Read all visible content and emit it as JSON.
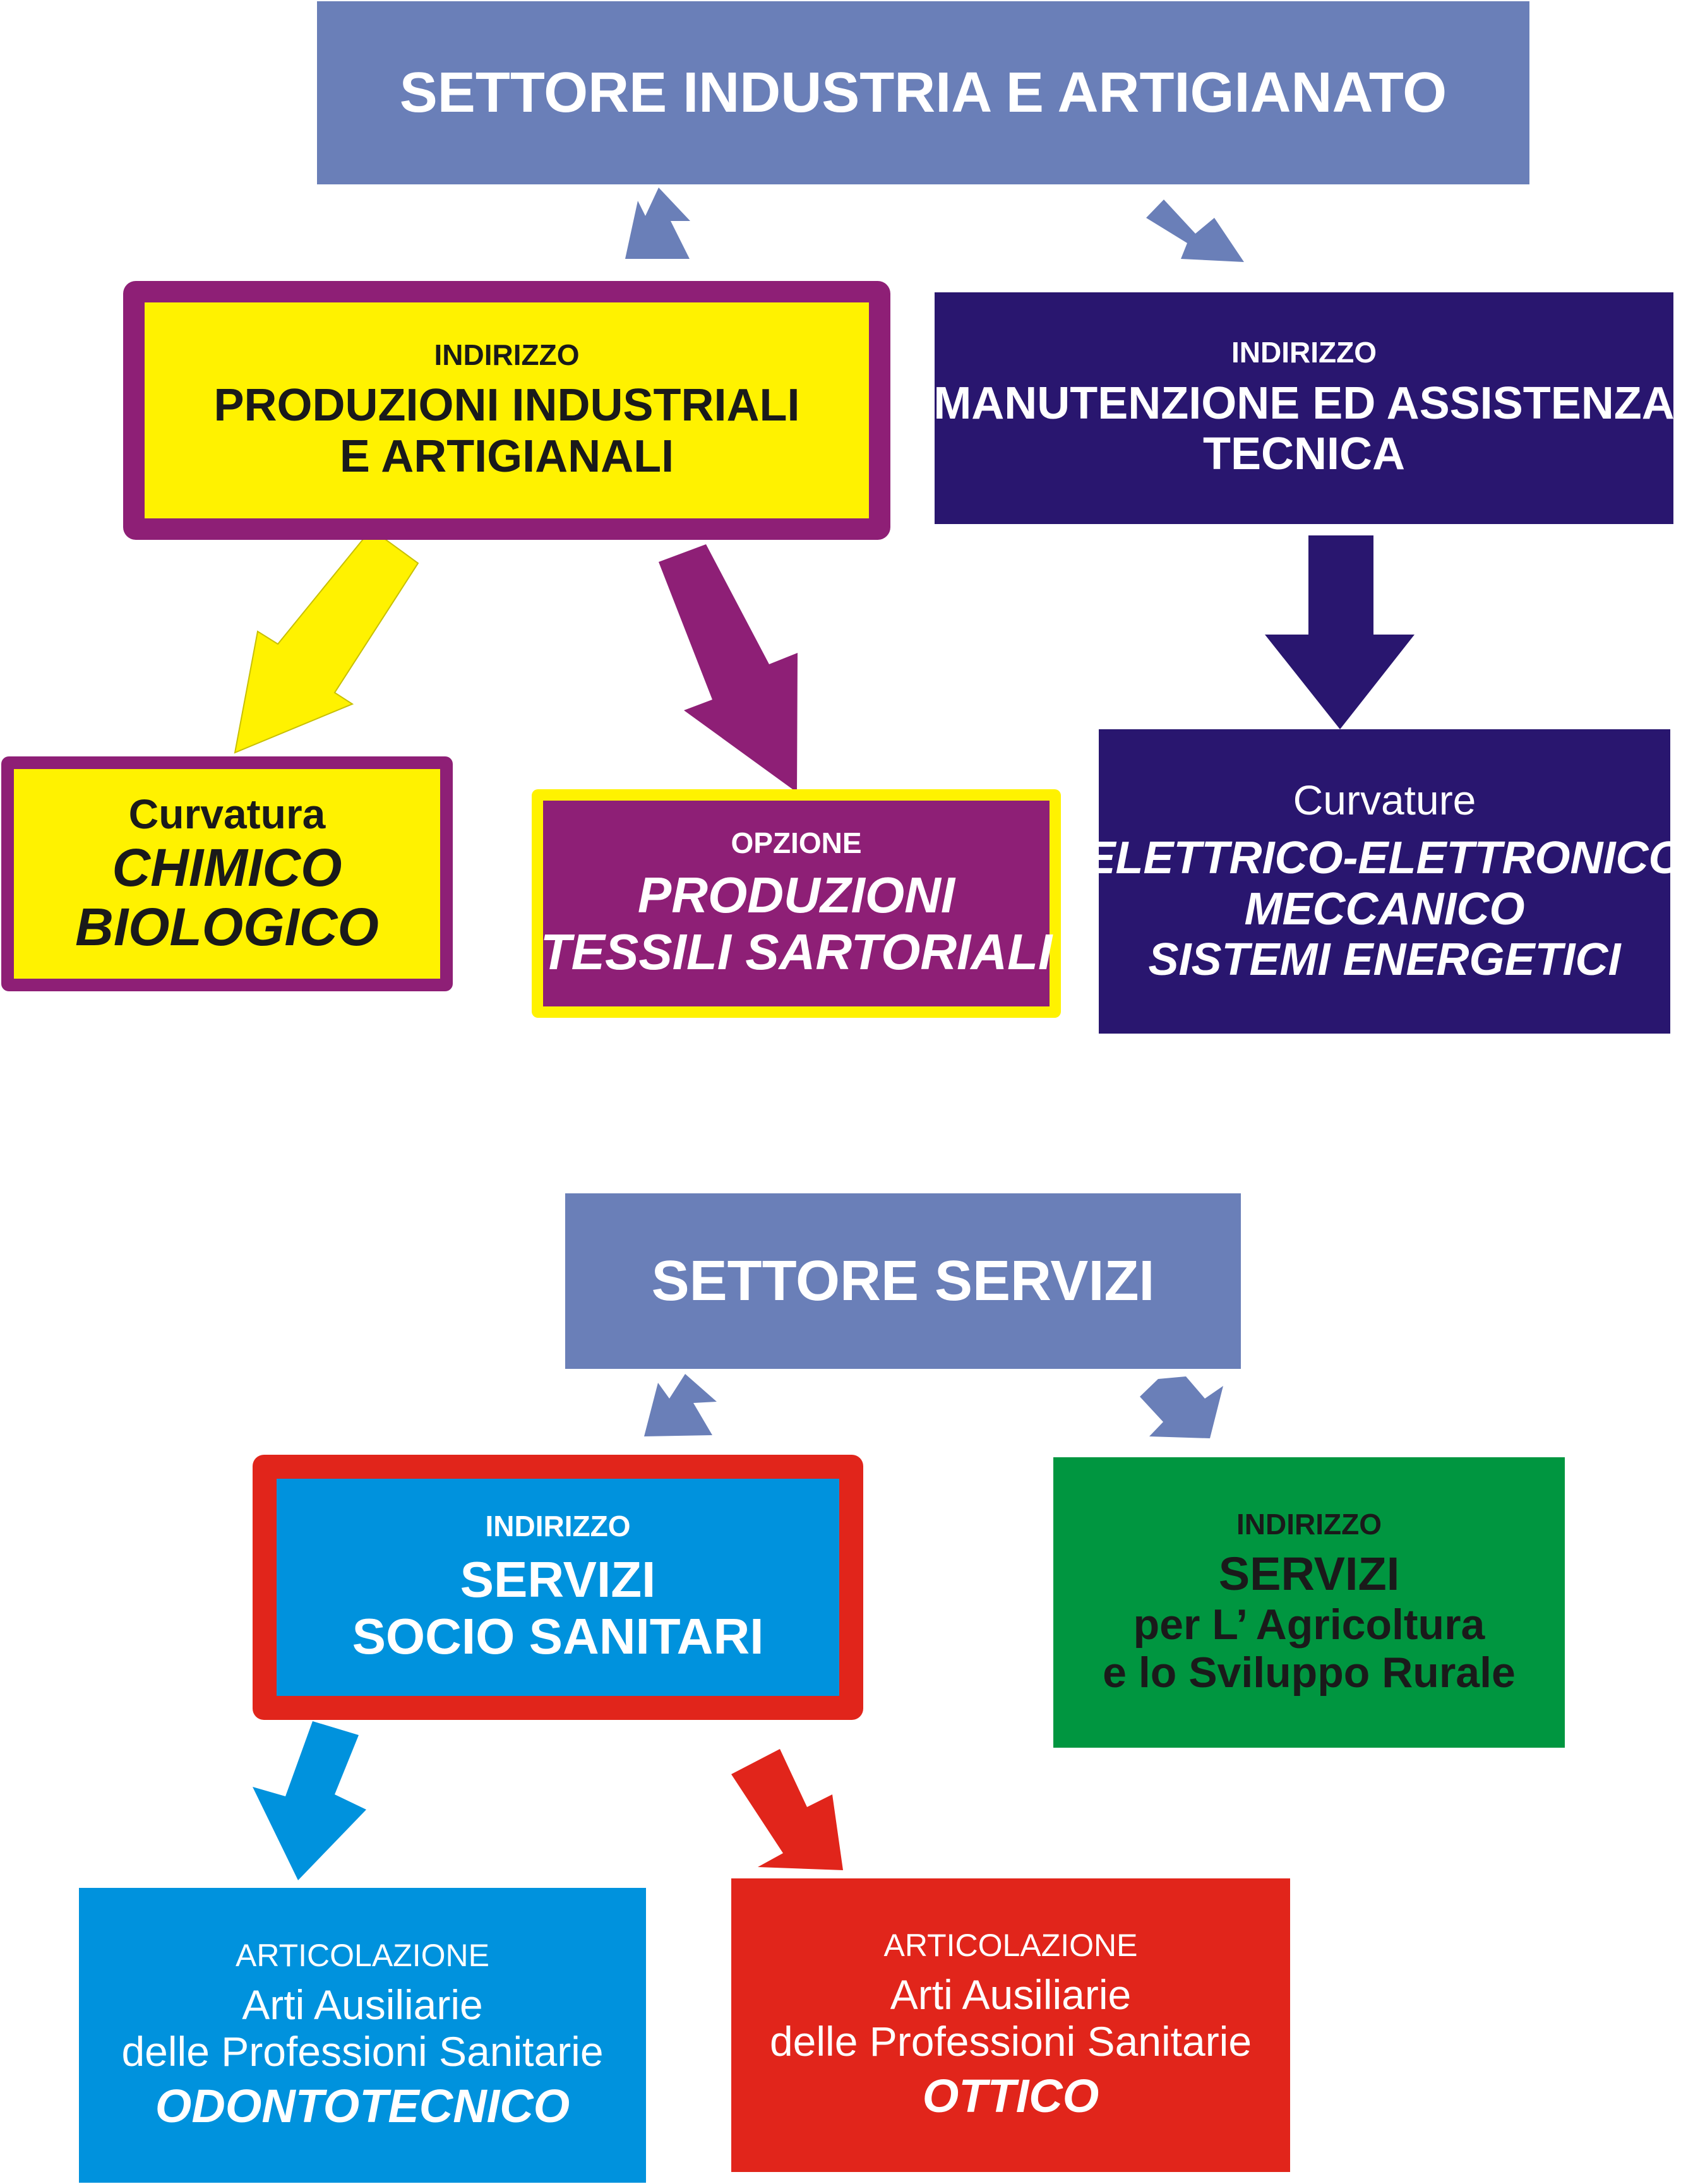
{
  "industria": {
    "sector_title": "SETTORE INDUSTRIA E ARTIGIANATO",
    "produzioni": {
      "kicker": "INDIRIZZO",
      "line1": "PRODUZIONI INDUSTRIALI",
      "line2": "E ARTIGIANALI"
    },
    "manutenzione": {
      "kicker": "INDIRIZZO",
      "line1": "MANUTENZIONE ED ASSISTENZA",
      "line2": "TECNICA"
    },
    "chimico": {
      "kicker": "Curvatura",
      "line1": "CHIMICO",
      "line2": "BIOLOGICO"
    },
    "tessili": {
      "kicker": "OPZIONE",
      "line1": "PRODUZIONI",
      "line2": "TESSILI SARTORIALI"
    },
    "curvature": {
      "kicker": "Curvature",
      "items": [
        "ELETTRICO-ELETTRONICO",
        "MECCANICO",
        "SISTEMI ENERGETICI"
      ]
    }
  },
  "servizi": {
    "sector_title": "SETTORE SERVIZI",
    "socio": {
      "kicker": "INDIRIZZO",
      "line1": "SERVIZI",
      "line2": "SOCIO SANITARI"
    },
    "agricoltura": {
      "kicker": "INDIRIZZO",
      "line1": "SERVIZI",
      "line2": "per L’ Agricoltura",
      "line3": "e lo Sviluppo Rurale"
    },
    "odonto": {
      "kicker": "ARTICOLAZIONE",
      "line1": "Arti Ausiliarie",
      "line2": "delle Professioni Sanitarie",
      "line3": "ODONTOTECNICO"
    },
    "ottico": {
      "kicker": "ARTICOLAZIONE",
      "line1": "Arti Ausiliarie",
      "line2": "delle Professioni Sanitarie",
      "line3": "OTTICO"
    }
  },
  "colors": {
    "sector_blue": "#6a7fb8",
    "yellow": "#fff200",
    "purple": "#8e1f76",
    "navy": "#29166f",
    "cyan": "#0092dd",
    "red": "#e1251b",
    "green": "#009640"
  }
}
